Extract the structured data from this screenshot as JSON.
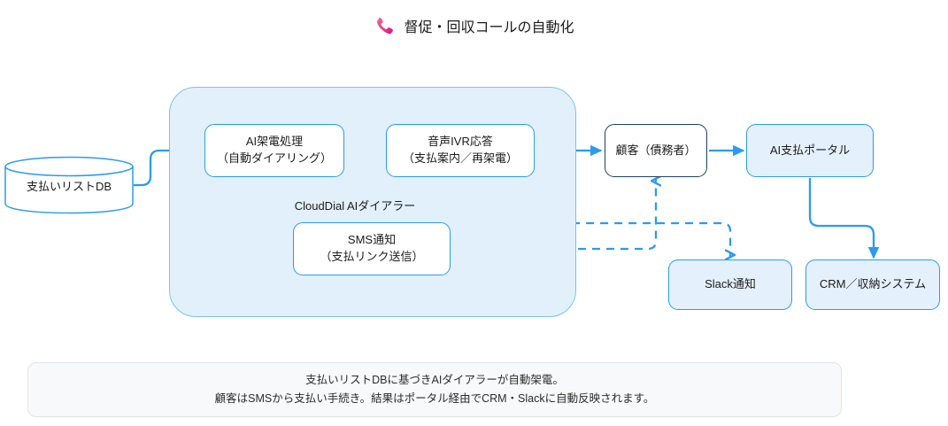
{
  "title": {
    "icon": "phone-call-icon",
    "text": "督促・回収コールの自動化"
  },
  "colors": {
    "accent_blue": "#2a9bf0",
    "group_fill": "#e2f0fb",
    "group_border": "#7cc3ee",
    "node_blue_fill": "#e4f0fb",
    "node_dark_border": "#1d3f63",
    "icon_pink": "#ef4e8c",
    "icon_magenta": "#e0218a",
    "footer_fill": "#f8f9fa",
    "footer_border": "#e2e3e5"
  },
  "nodes": {
    "database": {
      "label": "支払いリストDB",
      "shape": "cylinder"
    },
    "ai_dial": {
      "line1": "AI架電処理",
      "line2": "（自動ダイアリング）"
    },
    "ivr": {
      "line1": "音声IVR応答",
      "line2": "（支払案内／再架電）"
    },
    "sms": {
      "line1": "SMS通知",
      "line2": "（支払リンク送信）"
    },
    "customer": {
      "label": "顧客（債務者）"
    },
    "portal": {
      "label": "AI支払ポータル"
    },
    "slack": {
      "label": "Slack通知"
    },
    "crm": {
      "label": "CRM／収納システム"
    }
  },
  "group": {
    "label": "CloudDial AIダイアラー"
  },
  "footer": {
    "line1": "支払いリストDBに基づきAIダイアラーが自動架電。",
    "line2": "顧客はSMSから支払い手続き。結果はポータル経由でCRM・Slackに自動反映されます。"
  }
}
